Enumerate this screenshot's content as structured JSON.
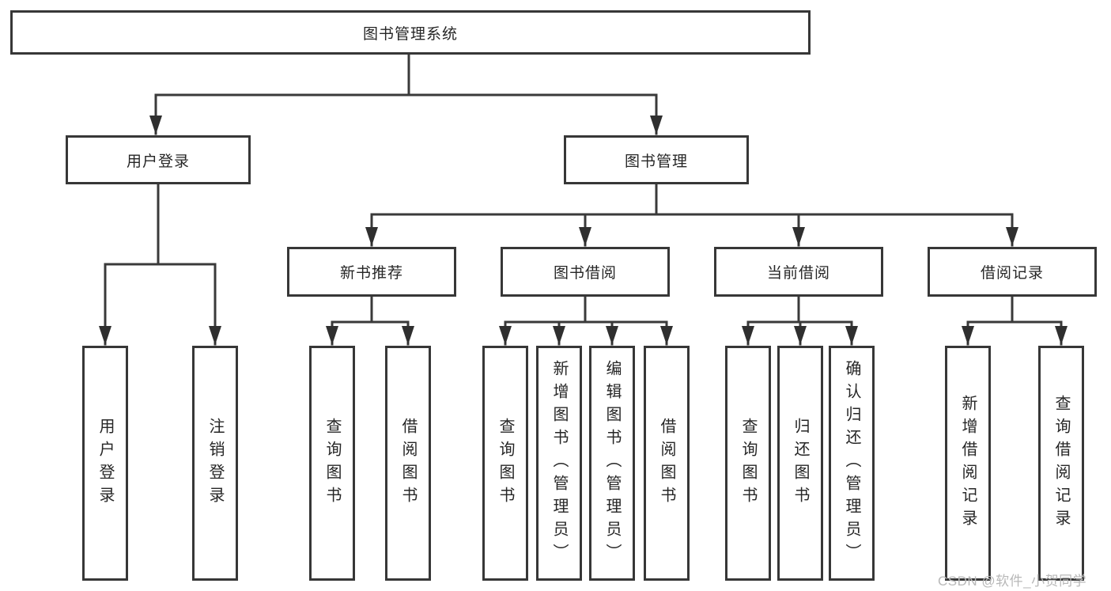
{
  "diagram_title": "图书管理系统",
  "nodes": {
    "root": {
      "label": "图书管理系统"
    },
    "user_login": {
      "label": "用户登录"
    },
    "book_mgmt": {
      "label": "图书管理"
    },
    "new_book_rec": {
      "label": "新书推荐"
    },
    "book_borrow": {
      "label": "图书借阅"
    },
    "current_borrow": {
      "label": "当前借阅"
    },
    "borrow_records": {
      "label": "借阅记录"
    },
    "leaf_user_login": {
      "label": "用户登录"
    },
    "leaf_logout": {
      "label": "注销登录"
    },
    "leaf_query_books_rec": {
      "label": "查询图书"
    },
    "leaf_borrow_books_rec": {
      "label": "借阅图书"
    },
    "leaf_query_books_borrow": {
      "label": "查询图书"
    },
    "leaf_add_books_admin": {
      "label": "新增图书（管理员）"
    },
    "leaf_edit_books_admin": {
      "label": "编辑图书（管理员）"
    },
    "leaf_borrow_books_borrow": {
      "label": "借阅图书"
    },
    "leaf_query_books_current": {
      "label": "查询图书"
    },
    "leaf_return_books": {
      "label": "归还图书"
    },
    "leaf_confirm_return_admin": {
      "label": "确认归还（管理员）"
    },
    "leaf_add_borrow_record": {
      "label": "新增借阅记录"
    },
    "leaf_query_borrow_record": {
      "label": "查询借阅记录"
    }
  },
  "hierarchy": {
    "图书管理系统": {
      "用户登录": [
        "用户登录",
        "注销登录"
      ],
      "图书管理": {
        "新书推荐": [
          "查询图书",
          "借阅图书"
        ],
        "图书借阅": [
          "查询图书",
          "新增图书（管理员）",
          "编辑图书（管理员）",
          "借阅图书"
        ],
        "当前借阅": [
          "查询图书",
          "归还图书",
          "确认归还（管理员）"
        ],
        "借阅记录": [
          "新增借阅记录",
          "查询借阅记录"
        ]
      }
    }
  },
  "watermark": {
    "text": "CSDN @软件_小贺同学"
  },
  "colors": {
    "line": "#3a3a3a",
    "box_border": "#373737",
    "text": "#262626",
    "watermark": "#b8b8b8",
    "background": "#ffffff"
  }
}
